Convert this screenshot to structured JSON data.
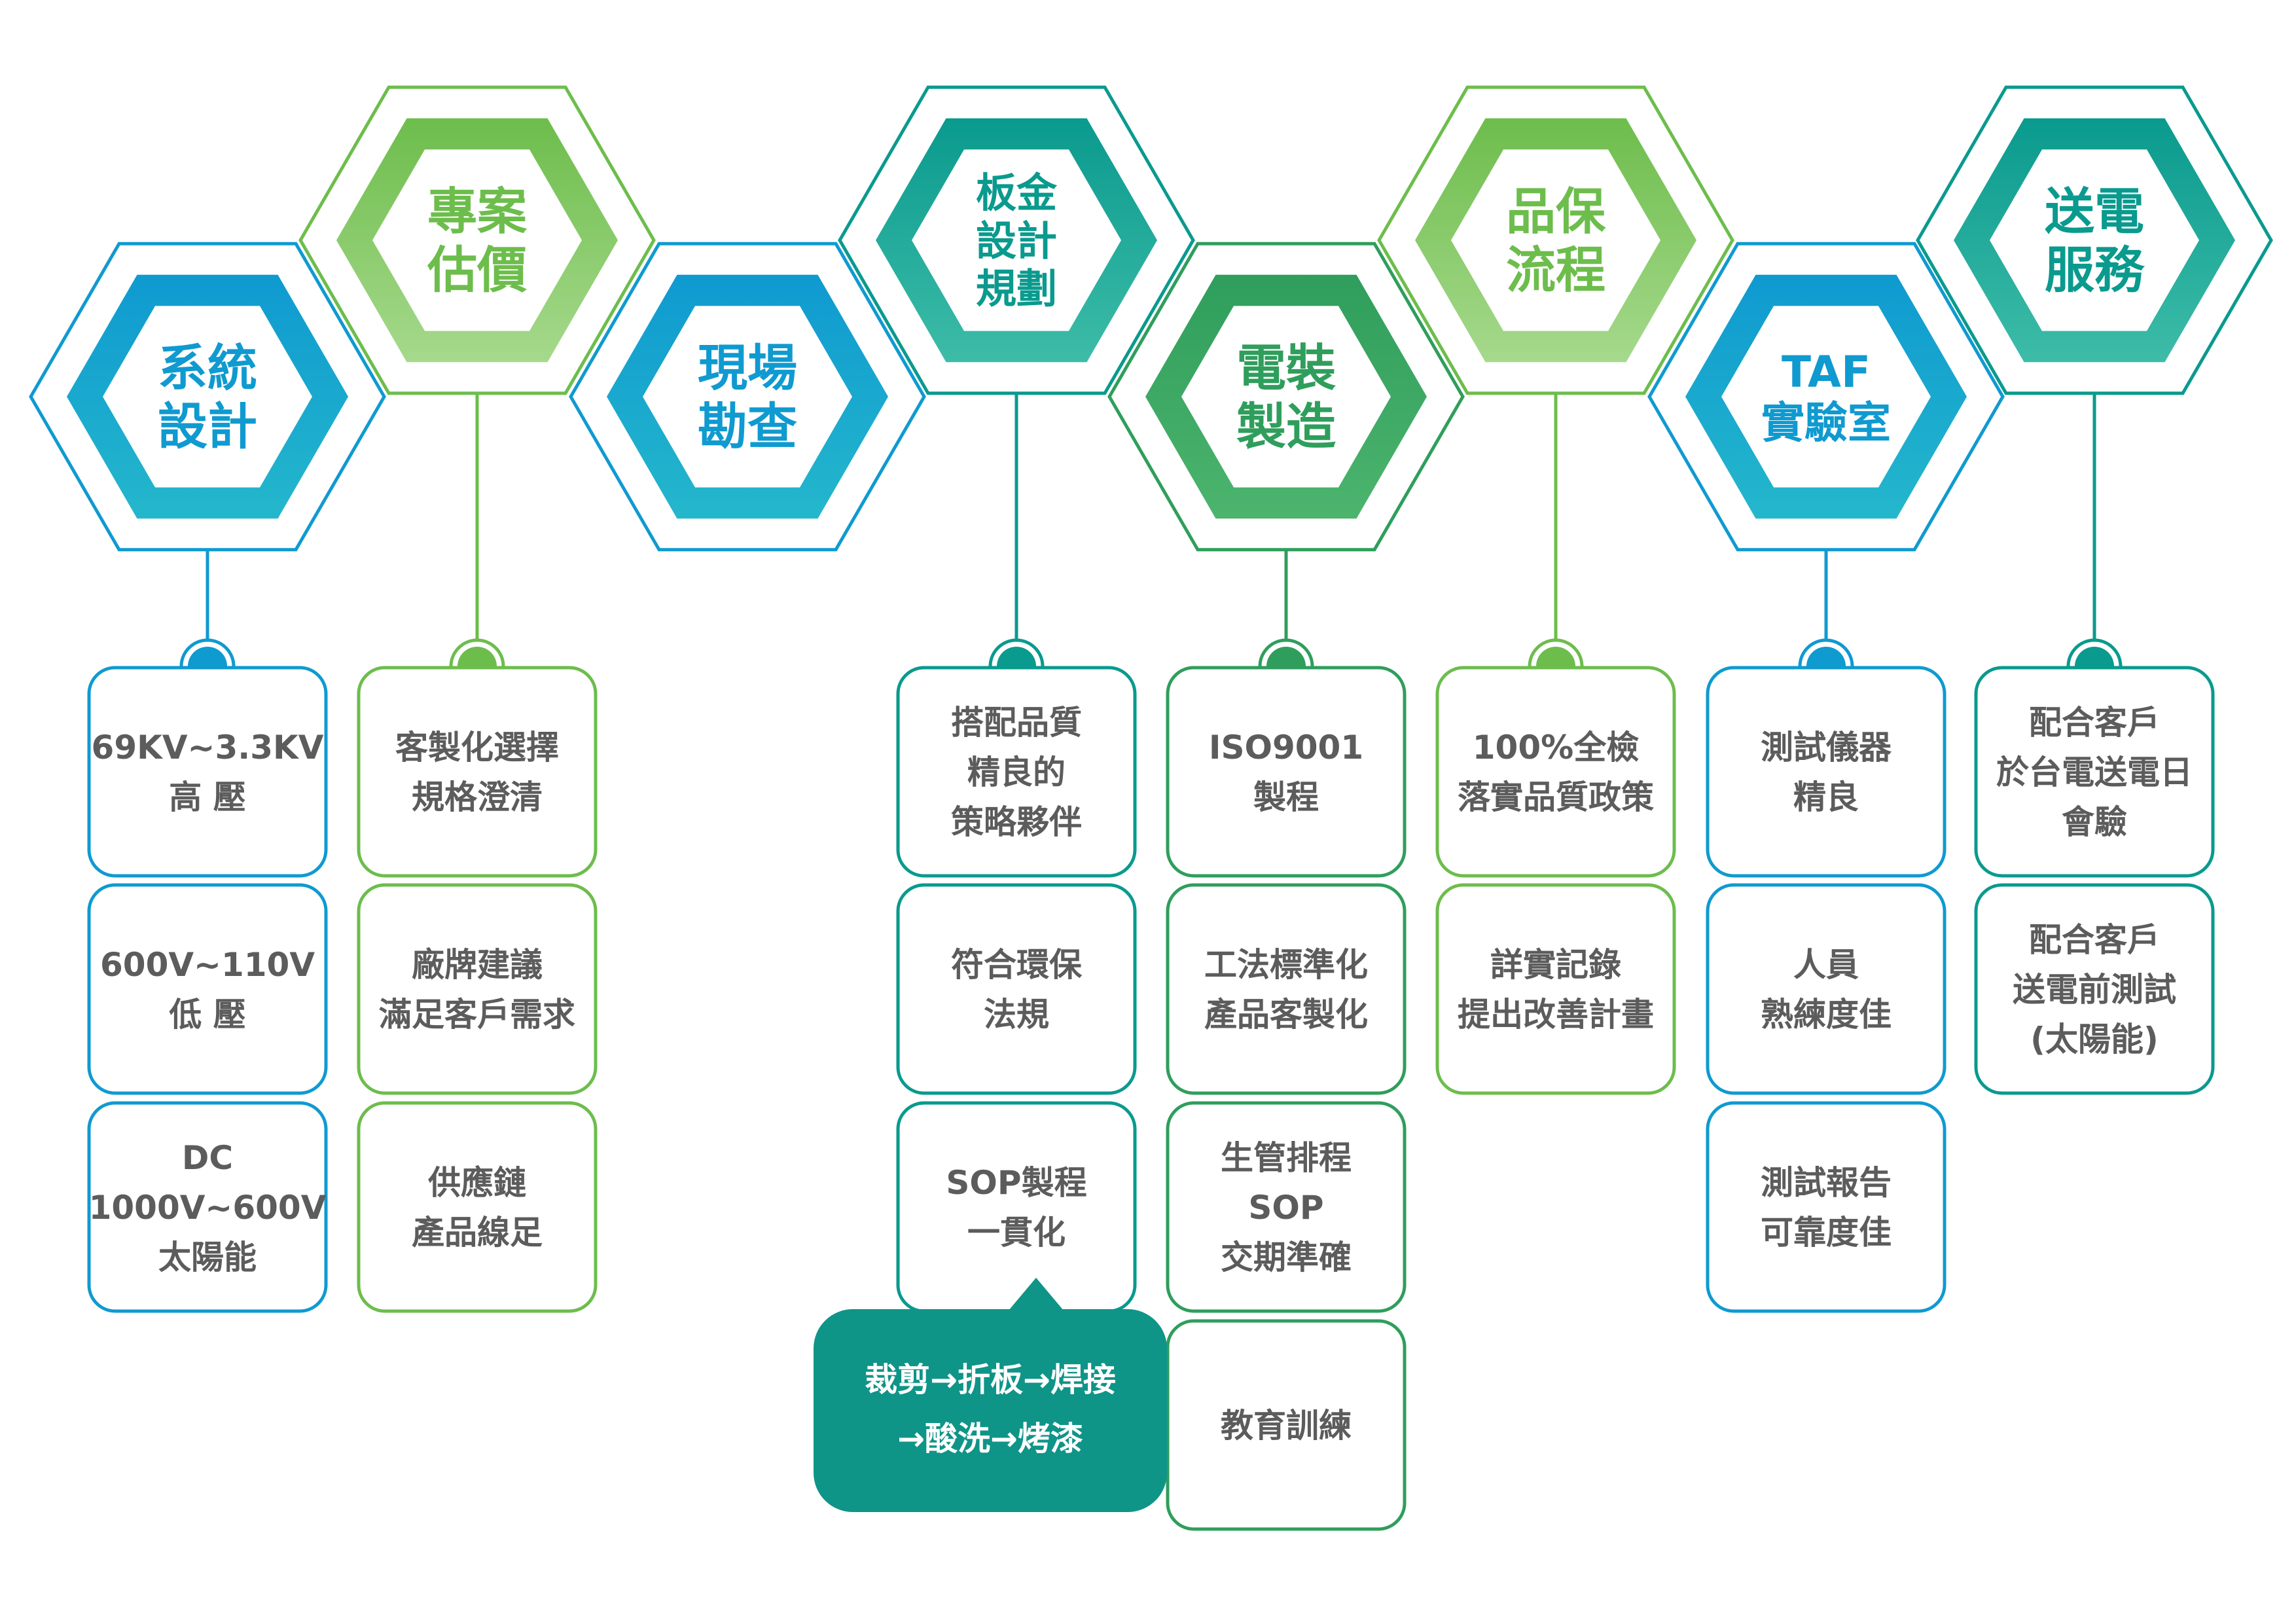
{
  "colors": {
    "blue": "#0f9ad0",
    "blue_light": "#24b7cc",
    "green": "#6dbd4c",
    "green_light": "#a6d98c",
    "teal": "#0a9a8e",
    "teal_light": "#3dbca8",
    "dark_green": "#2f9e5c",
    "dark_green_light": "#4cb46d",
    "box_text": "#5c5c5c",
    "bubble": "#0f9488"
  },
  "columns": [
    {
      "id": "system-design",
      "color": "blue",
      "title": [
        "系統",
        "設計"
      ],
      "items": [
        [
          "69KV~3.3KV",
          "高 壓"
        ],
        [
          "600V~110V",
          "低 壓"
        ],
        [
          "DC",
          "1000V~600V",
          "太陽能"
        ]
      ]
    },
    {
      "id": "quotation",
      "color": "green",
      "title": [
        "專案",
        "估價"
      ],
      "items": [
        [
          "客製化選擇",
          "規格澄清"
        ],
        [
          "廠牌建議",
          "滿足客戶需求"
        ],
        [
          "供應鏈",
          "產品線足"
        ]
      ]
    },
    {
      "id": "site-survey",
      "color": "blue",
      "title": [
        "現場",
        "勘查"
      ],
      "items": []
    },
    {
      "id": "sheet-metal",
      "color": "teal",
      "title": [
        "板金",
        "設計",
        "規劃"
      ],
      "items": [
        [
          "搭配品質",
          "精良的",
          "策略夥伴"
        ],
        [
          "符合環保",
          "法規"
        ],
        [
          "SOP製程",
          "一貫化"
        ]
      ]
    },
    {
      "id": "manufacturing",
      "color": "dark_green",
      "title": [
        "電裝",
        "製造"
      ],
      "items": [
        [
          "ISO9001",
          "製程"
        ],
        [
          "工法標準化",
          "產品客製化"
        ],
        [
          "生管排程",
          "SOP",
          "交期準確"
        ],
        [
          "教育訓練"
        ]
      ]
    },
    {
      "id": "qa",
      "color": "green",
      "title": [
        "品保",
        "流程"
      ],
      "items": [
        [
          "100%全檢",
          "落實品質政策"
        ],
        [
          "詳實記錄",
          "提出改善計畫"
        ]
      ]
    },
    {
      "id": "taf-lab",
      "color": "blue",
      "title": [
        "TAF",
        "實驗室"
      ],
      "items": [
        [
          "測試儀器",
          "精良"
        ],
        [
          "人員",
          "熟練度佳"
        ],
        [
          "測試報告",
          "可靠度佳"
        ]
      ]
    },
    {
      "id": "power-service",
      "color": "teal",
      "title": [
        "送電",
        "服務"
      ],
      "items": [
        [
          "配合客戶",
          "於台電送電日",
          "會驗"
        ],
        [
          "配合客戶",
          "送電前測試",
          "(太陽能)"
        ]
      ]
    }
  ],
  "bubble": {
    "lines": [
      "裁剪→折板→焊接",
      "→酸洗→烤漆"
    ]
  }
}
